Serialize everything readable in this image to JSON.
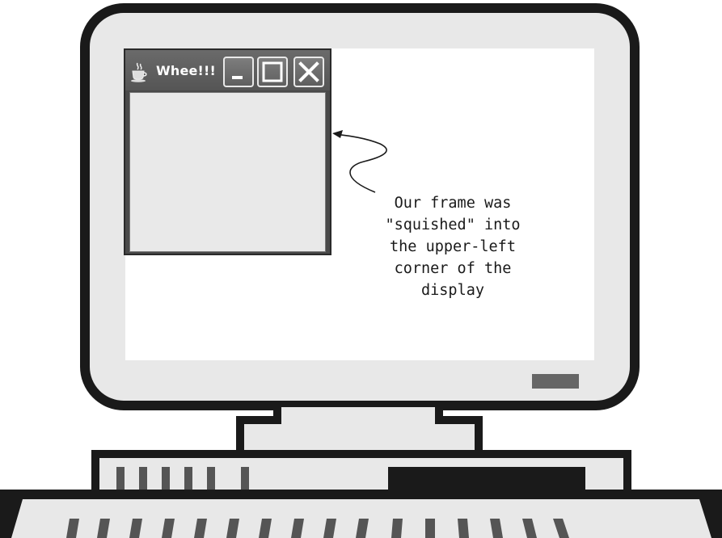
{
  "frame": {
    "title": "Whee!!!",
    "controls": {
      "minimize": "minimize-icon",
      "maximize": "maximize-icon",
      "close": "close-icon"
    },
    "app_icon": "java-coffee-cup-icon"
  },
  "annotation": {
    "lines": [
      "Our frame was",
      "\"squished\" into",
      "the upper-left",
      "corner of the",
      "display"
    ]
  },
  "colors": {
    "monitor_outline": "#1a1a1a",
    "bezel": "#e8e8e8",
    "screen": "#ffffff",
    "power_light": "#666666",
    "titlebar": "#5a5a5a",
    "client_area": "#e9e9e9"
  }
}
